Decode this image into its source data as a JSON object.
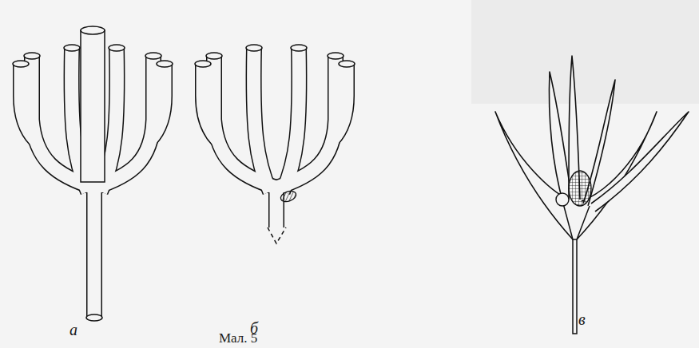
{
  "diagram": {
    "caption": "Мал. 5",
    "labels": [
      "а",
      "б",
      "в"
    ]
  }
}
